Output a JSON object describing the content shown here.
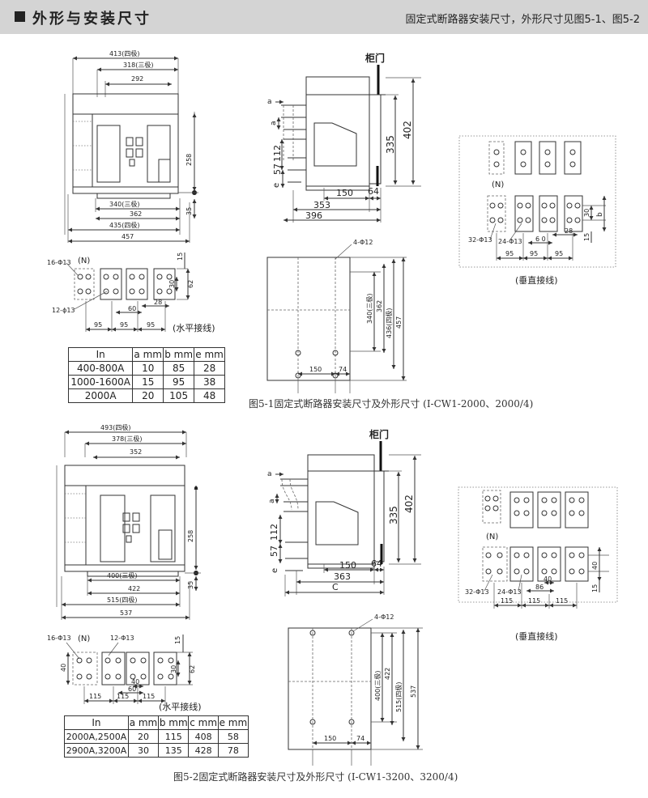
{
  "header": {
    "title": "外形与安装尺寸",
    "note": "固定式断路器安装尺寸，外形尺寸见图5-1、图5-2"
  },
  "fig1": {
    "front": {
      "w413": "413(四极)",
      "w318": "318(三极)",
      "w292": "292",
      "h258": "258",
      "h35": "35",
      "w340": "340(三极)",
      "w362": "362",
      "w435": "435(四极)",
      "w457": "457"
    },
    "side": {
      "door": "柜门",
      "a": "a",
      "a2": "a",
      "h112": "112",
      "e": "e",
      "h57": "57",
      "w150": "150",
      "w64": "64",
      "w353": "353",
      "w396": "396",
      "h335": "335",
      "h402": "402"
    },
    "horizontal": {
      "hole16": "16-Φ13",
      "n": "(N)",
      "hole12": "12-ϕ13",
      "d15": "15",
      "d30": "30",
      "d62": "62",
      "d28": "28",
      "d60": "60",
      "d95a": "95",
      "d95b": "95",
      "d95c": "95",
      "label": "(水平接线)"
    },
    "vertical": {
      "n": "(N)",
      "hole32": "32-Φ13",
      "hole24": "24-Φ13",
      "d30": "30",
      "b": "b",
      "d28": "28",
      "d60": "6 0",
      "d15": "15",
      "d95a": "95",
      "d95b": "95",
      "d95c": "95",
      "label": "(垂直接线)"
    },
    "mount": {
      "hole": "4-Φ12",
      "v340": "340(三极)",
      "v362": "362",
      "v436": "436(四极)",
      "v457": "457",
      "w150": "150",
      "w74": "74"
    },
    "table": {
      "headers": [
        "In",
        "a mm",
        "b mm",
        "e mm"
      ],
      "rows": [
        [
          "400-800A",
          "10",
          "85",
          "28"
        ],
        [
          "1000-1600A",
          "15",
          "95",
          "38"
        ],
        [
          "2000A",
          "20",
          "105",
          "48"
        ]
      ]
    },
    "caption": "图5-1固定式断路器安装尺寸及外形尺寸 (I-CW1-2000、2000/4)"
  },
  "fig2": {
    "front": {
      "w493": "493(四极)",
      "w378": "378(三极)",
      "w352": "352",
      "h258": "258",
      "h35": "35",
      "w400": "400(三极)",
      "w422": "422",
      "w515": "515(四极)",
      "w537": "537"
    },
    "side": {
      "door": "柜门",
      "a": "a",
      "a2": "a",
      "h112": "112",
      "e": "e",
      "h57": "57",
      "w150": "150",
      "w64": "64",
      "w363": "363",
      "c": "C",
      "h335": "335",
      "h402": "402"
    },
    "horizontal": {
      "hole16": "16-Φ13",
      "n": "(N)",
      "hole12": "12-Φ13",
      "d40": "40",
      "d15": "15",
      "d30": "30",
      "d62": "62",
      "d40b": "40",
      "d60": "60",
      "d115a": "115",
      "d115b": "115",
      "d115c": "115",
      "label": "(水平接线)"
    },
    "vertical": {
      "n": "(N)",
      "hole32": "32-Φ13",
      "hole24": "24-Φ13",
      "d40": "40",
      "d15": "15",
      "d40b": "40",
      "d86": "86",
      "d115a": "115",
      "d115b": "115",
      "d115c": "115",
      "label": "(垂直接线)"
    },
    "mount": {
      "hole": "4-Φ12",
      "v400": "400(三极)",
      "v422": "422",
      "v515": "515(四极)",
      "v537": "537",
      "w150": "150",
      "w74": "74"
    },
    "table": {
      "headers": [
        "In",
        "a mm",
        "b mm",
        "c mm",
        "e mm"
      ],
      "rows": [
        [
          "2000A,2500A",
          "20",
          "115",
          "408",
          "58"
        ],
        [
          "2900A,3200A",
          "30",
          "135",
          "428",
          "78"
        ]
      ]
    },
    "caption": "图5-2固定式断路器安装尺寸及外形尺寸 (I-CW1-3200、3200/4)"
  }
}
